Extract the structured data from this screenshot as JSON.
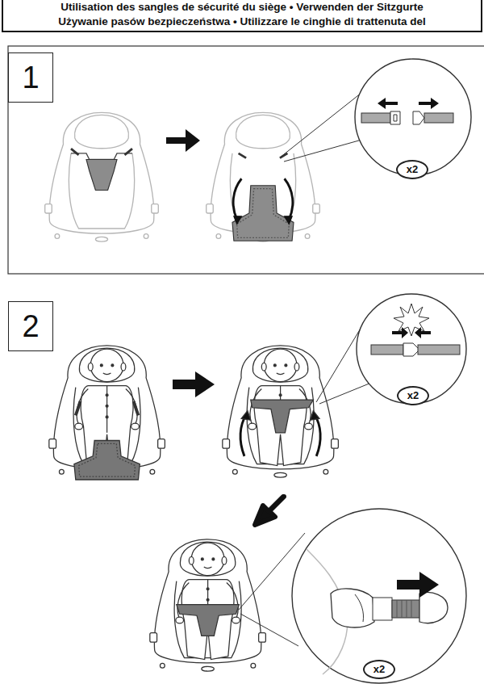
{
  "diagram": {
    "nodes": [
      {
        "text": [
          "Utilisation des sangles de sécurité du siège • Verwenden der Sitzgurte",
          "Używanie pasów bezpieczeństwa • Utilizzare le cinghie di trattenuta del"
        ]
      },
      {
        "text": [
          "1"
        ]
      },
      {
        "text": [
          "x2"
        ]
      },
      {
        "text": [
          "2"
        ]
      },
      {
        "text": [
          "x2"
        ]
      },
      {
        "text": [
          "x2"
        ]
      }
    ]
  }
}
